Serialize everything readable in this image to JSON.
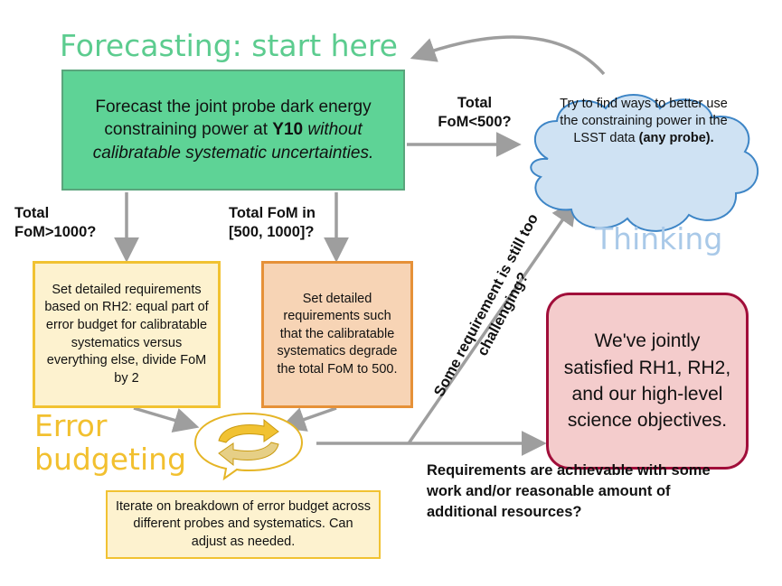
{
  "headings": {
    "forecasting": "Forecasting: start here",
    "thinking": "Thinking",
    "error_budgeting": "Error budgeting"
  },
  "boxes": {
    "forecast": {
      "part1": "Forecast the joint probe dark energy constraining power at ",
      "bold": "Y10",
      "italic": "without calibratable systematic uncertainties."
    },
    "rh2": "Set detailed requirements based on RH2: equal part of error budget for calibratable systematics versus everything else, divide FoM by 2",
    "degrade": "Set detailed requirements such that the calibratable systematics degrade the total FoM to 500.",
    "satisfied": "We've jointly satisfied RH1, RH2, and our high-level science objectives.",
    "iterate": "Iterate on breakdown of error budget across different probes and systematics.  Can adjust as needed."
  },
  "cloud": {
    "text": "Try to find ways to better use the constraining power in the LSST data ",
    "bold": "(any probe)."
  },
  "labels": {
    "lt500": "Total FoM<500?",
    "gt1000": "Total FoM>1000?",
    "mid": "Total FoM in [500, 1000]?",
    "challenging": "Some requirement is still too challenging?",
    "achievable": "Requirements are achievable with some work and/or reasonable amount of additional resources?"
  },
  "icons": {
    "cycle": "cycle-arrows-icon"
  },
  "colors": {
    "forecasting_heading": "#5ccc8f",
    "thinking_heading": "#a9c9e8",
    "error_heading": "#f2c02f",
    "forecast_box": "#5ed396",
    "rh2_box": "#fdf2cf",
    "degrade_box": "#f7d4b5",
    "satisfied_box": "#f4cccc",
    "satisfied_border": "#a10e3a",
    "cloud_fill": "#cfe2f3",
    "cloud_border": "#3d85c6",
    "arrow": "#9e9e9e"
  }
}
